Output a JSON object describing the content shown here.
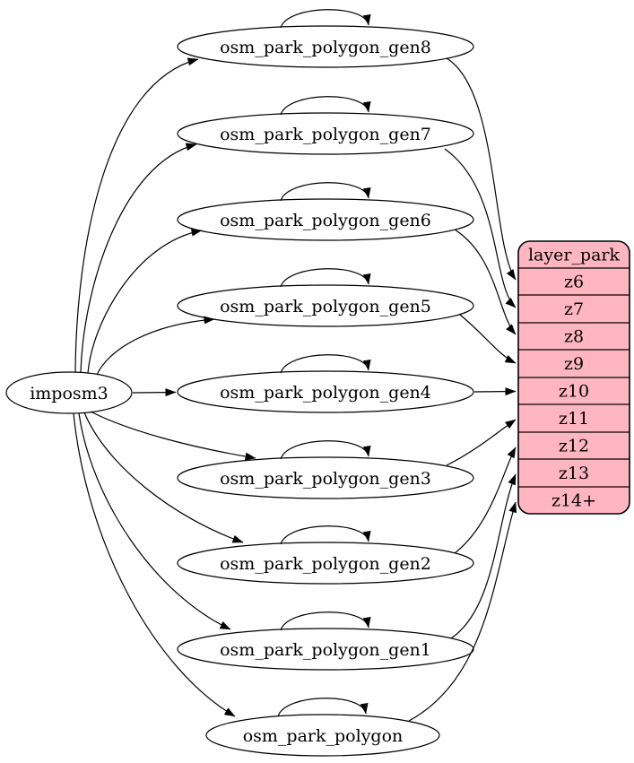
{
  "colors": {
    "background": "#ffffff",
    "node_fill": "#ffffff",
    "node_stroke": "#000000",
    "edge_color": "#000000",
    "table_fill": "#ffb6c1",
    "table_stroke": "#000000",
    "text_color": "#000000"
  },
  "source_node": {
    "label": "imposm3"
  },
  "generalization_nodes": [
    {
      "label": "osm_park_polygon_gen8",
      "feeds_zoom": "z6",
      "has_self_loop": true
    },
    {
      "label": "osm_park_polygon_gen7",
      "feeds_zoom": "z7",
      "has_self_loop": true
    },
    {
      "label": "osm_park_polygon_gen6",
      "feeds_zoom": "z8",
      "has_self_loop": true
    },
    {
      "label": "osm_park_polygon_gen5",
      "feeds_zoom": "z9",
      "has_self_loop": true
    },
    {
      "label": "osm_park_polygon_gen4",
      "feeds_zoom": "z10",
      "has_self_loop": true
    },
    {
      "label": "osm_park_polygon_gen3",
      "feeds_zoom": "z11",
      "has_self_loop": true
    },
    {
      "label": "osm_park_polygon_gen2",
      "feeds_zoom": "z12",
      "has_self_loop": true
    },
    {
      "label": "osm_park_polygon_gen1",
      "feeds_zoom": "z13",
      "has_self_loop": true
    },
    {
      "label": "osm_park_polygon",
      "feeds_zoom": "z14+",
      "has_self_loop": true
    }
  ],
  "layer_table": {
    "title": "layer_park",
    "rows": [
      "z6",
      "z7",
      "z8",
      "z9",
      "z10",
      "z11",
      "z12",
      "z13",
      "z14+"
    ]
  },
  "edges": {
    "from_source_to": [
      "osm_park_polygon_gen8",
      "osm_park_polygon_gen7",
      "osm_park_polygon_gen6",
      "osm_park_polygon_gen5",
      "osm_park_polygon_gen4",
      "osm_park_polygon_gen3",
      "osm_park_polygon_gen2",
      "osm_park_polygon_gen1",
      "osm_park_polygon"
    ],
    "self_loops_on": [
      "osm_park_polygon_gen8",
      "osm_park_polygon_gen7",
      "osm_park_polygon_gen6",
      "osm_park_polygon_gen5",
      "osm_park_polygon_gen4",
      "osm_park_polygon_gen3",
      "osm_park_polygon_gen2",
      "osm_park_polygon_gen1",
      "osm_park_polygon"
    ],
    "nodes_to_table_rows": [
      {
        "from": "osm_park_polygon_gen8",
        "to": "z6"
      },
      {
        "from": "osm_park_polygon_gen7",
        "to": "z7"
      },
      {
        "from": "osm_park_polygon_gen6",
        "to": "z8"
      },
      {
        "from": "osm_park_polygon_gen5",
        "to": "z9"
      },
      {
        "from": "osm_park_polygon_gen4",
        "to": "z10"
      },
      {
        "from": "osm_park_polygon_gen3",
        "to": "z11"
      },
      {
        "from": "osm_park_polygon_gen2",
        "to": "z12"
      },
      {
        "from": "osm_park_polygon_gen1",
        "to": "z13"
      },
      {
        "from": "osm_park_polygon",
        "to": "z14+"
      }
    ]
  }
}
